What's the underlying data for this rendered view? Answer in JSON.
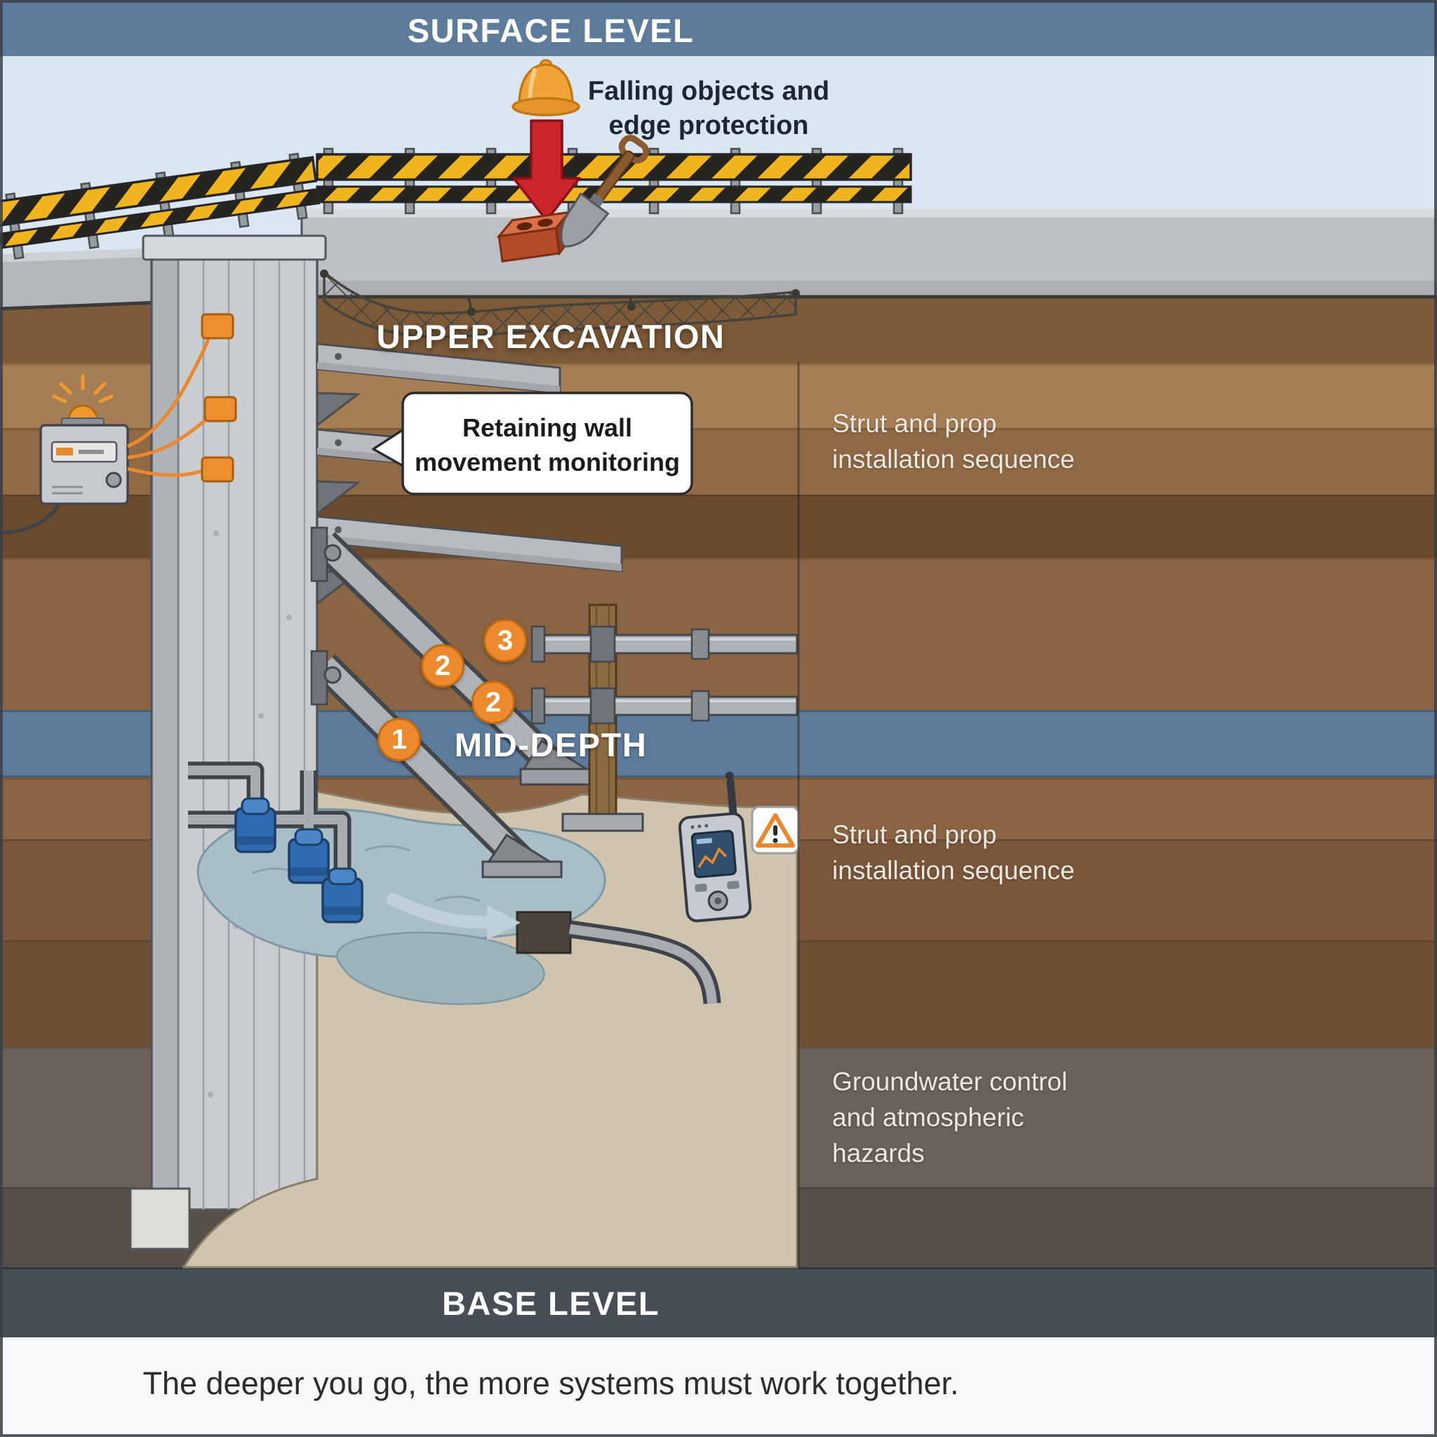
{
  "bands": {
    "surface": "SURFACE LEVEL",
    "upper_excavation": "UPPER EXCAVATION",
    "mid_depth": "MID-DEPTH",
    "base": "BASE LEVEL"
  },
  "callouts": {
    "falling_objects": {
      "line1": "Falling objects and",
      "line2": "edge protection"
    },
    "monitoring_bubble": {
      "line1": "Retaining wall",
      "line2": "movement monitoring"
    }
  },
  "side_labels": {
    "strut_upper": {
      "line1": "Strut and prop",
      "line2": "installation sequence"
    },
    "strut_mid": {
      "line1": "Strut and prop",
      "line2": "installation sequence"
    },
    "groundwater": {
      "line1": "Groundwater control",
      "line2": "and atmospheric",
      "line3": "hazards"
    }
  },
  "sequence_markers": [
    {
      "label": "1"
    },
    {
      "label": "2"
    },
    {
      "label": "2"
    },
    {
      "label": "3"
    }
  ],
  "footer": {
    "text": "The deeper you go, the more systems must work together."
  },
  "palette": {
    "band_blue": "#5D7C9B",
    "band_dark": "#474E55",
    "sky": "#DAE7F2",
    "concrete": "#BCC0C4",
    "marker_orange": "#EE8A2E",
    "hazard_yellow": "#F0B51E",
    "alert_red": "#C9252B",
    "pump_blue": "#2F6BB3",
    "water": "#A9BFC8",
    "wire_orange": "#E8892F"
  },
  "icons": [
    "hard-hat-icon",
    "falling-object-arrow-icon",
    "brick-icon",
    "shovel-icon",
    "safety-net-icon",
    "hazard-barrier-icon",
    "alarm-beacon-icon",
    "monitoring-box-icon",
    "wall-sensor-icon",
    "retaining-wall",
    "waler-beam",
    "raker-strut",
    "king-post",
    "horizontal-strut",
    "submersible-pump-icon",
    "water-pool",
    "flow-arrow-icon",
    "sump-pit",
    "gas-detector-icon",
    "warning-triangle-icon"
  ]
}
